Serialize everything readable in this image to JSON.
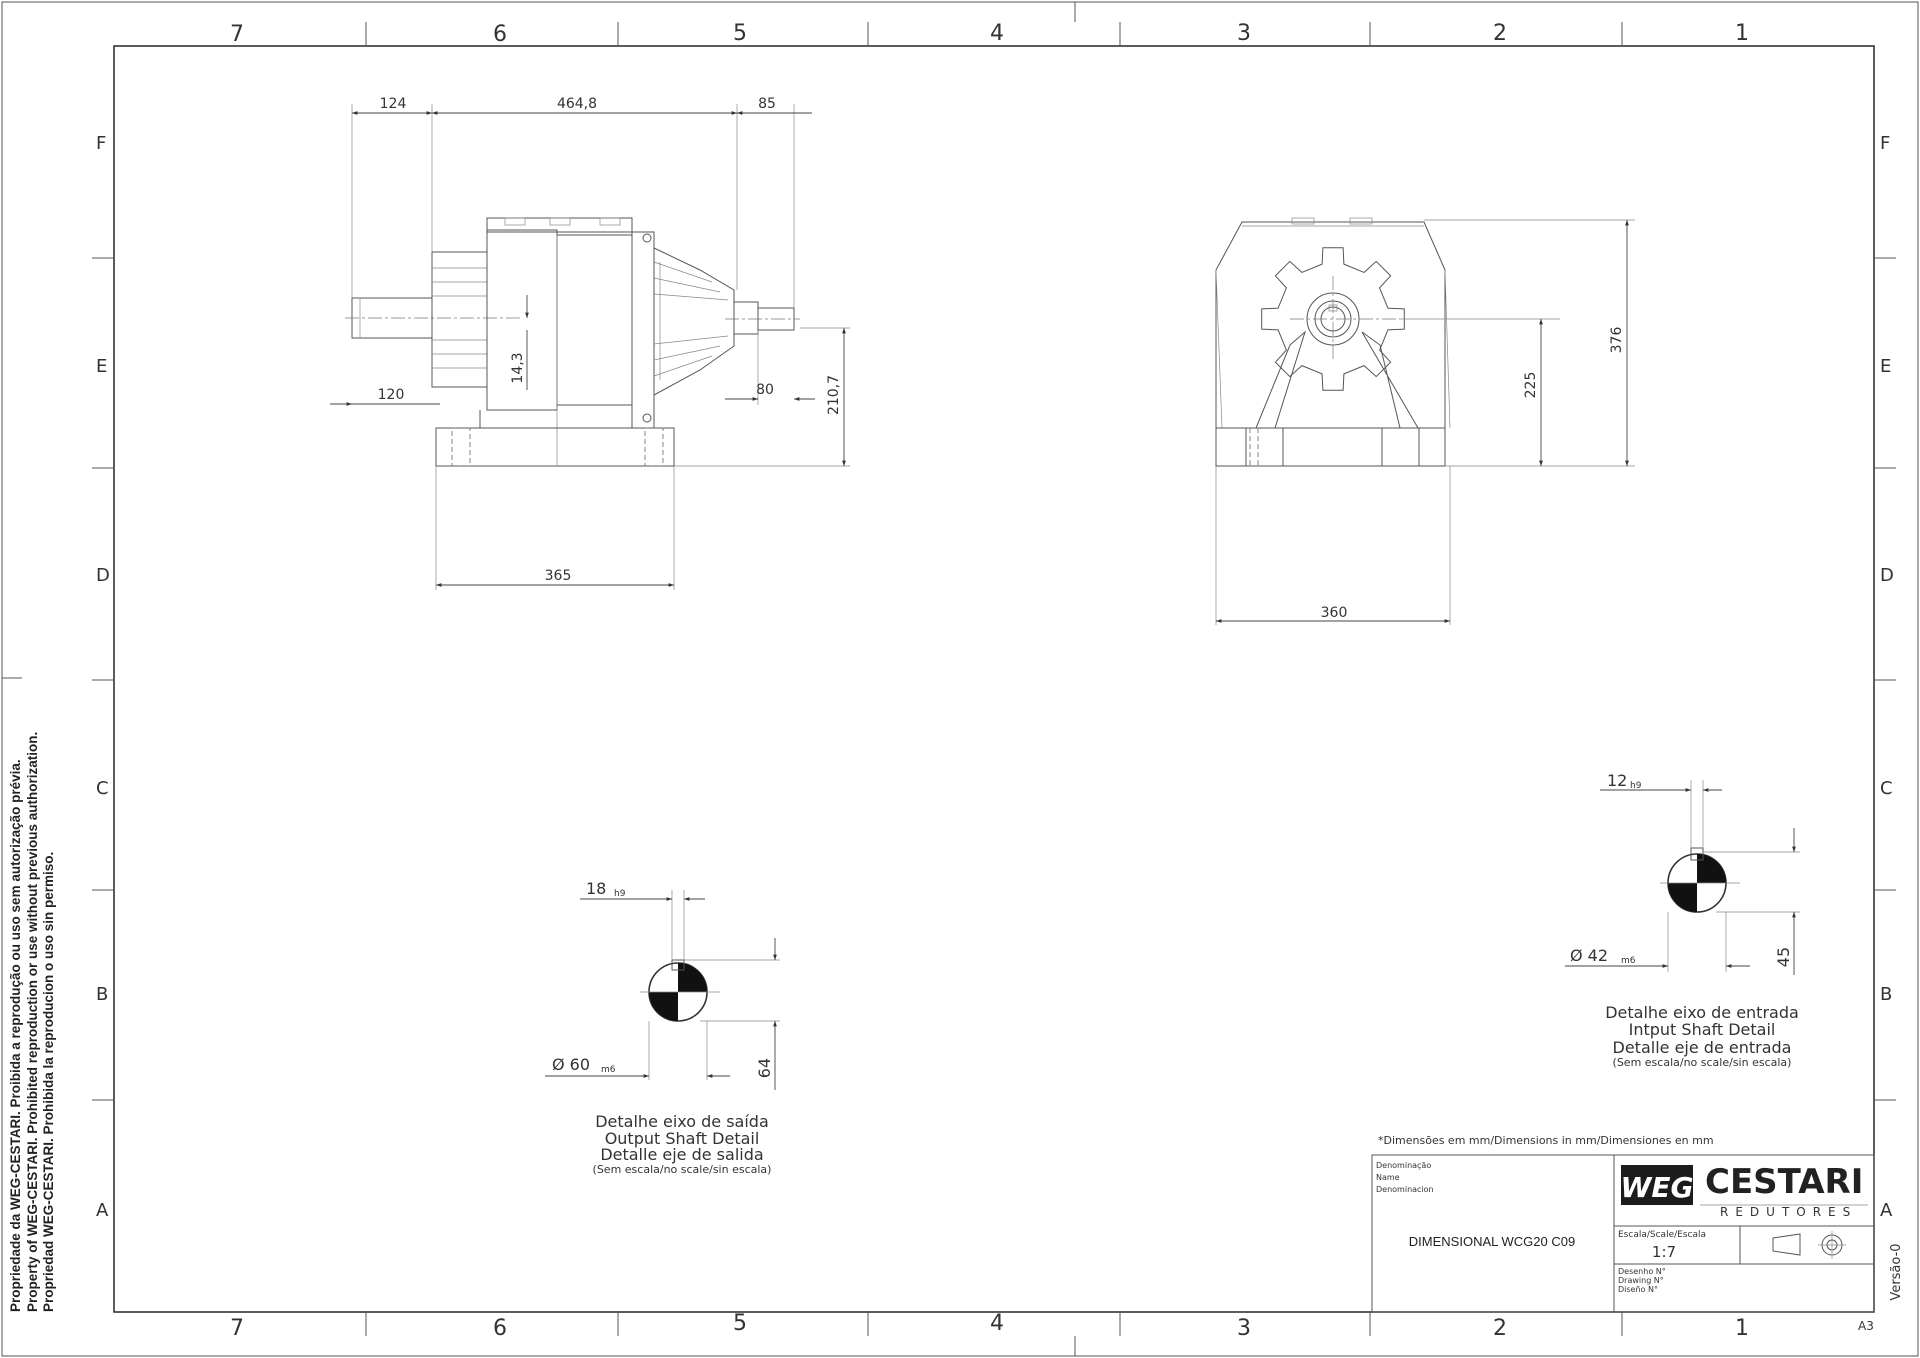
{
  "frame": {
    "columns": [
      "7",
      "6",
      "5",
      "4",
      "3",
      "2",
      "1"
    ],
    "rows": [
      "F",
      "E",
      "D",
      "C",
      "B",
      "A"
    ],
    "sheet_size": "A3"
  },
  "side_note": [
    "Propriedade da WEG-CESTARI. Proibida a reprodução ou uso sem autorização prévia.",
    "Property of WEG-CESTARI. Prohibited reproduction or use without previous authorization.",
    "Propriedad WEG-CESTARI. Prohibida la reproducion o uso sin permiso."
  ],
  "dimensions": {
    "d124": "124",
    "d4648": "464,8",
    "d85": "85",
    "d120": "120",
    "d143": "14,3",
    "d80": "80",
    "d2107": "210,7",
    "d365": "365",
    "d360": "360",
    "d225": "225",
    "d376": "376"
  },
  "output_shaft": {
    "key_width": "18",
    "key_tol": "h9",
    "diameter": "Ø 60",
    "diameter_tol": "m6",
    "height": "64",
    "caption": [
      "Detalhe eixo de saída",
      "Output Shaft Detail",
      "Detalle eje de salida"
    ],
    "scale_note": "(Sem escala/no scale/sin escala)"
  },
  "input_shaft": {
    "key_width": "12",
    "key_tol": "h9",
    "diameter": "Ø 42",
    "diameter_tol": "m6",
    "height": "45",
    "caption": [
      "Detalhe eixo de entrada",
      "Intput Shaft Detail",
      "Detalle eje de entrada"
    ],
    "scale_note": "(Sem escala/no scale/sin escala)"
  },
  "units_note": "*Dimensões em mm/Dimensions in mm/Dimensiones en mm",
  "title_block": {
    "name_labels": [
      "Denominação",
      "Name",
      "Denominacion"
    ],
    "name": "DIMENSIONAL WCG20 C09",
    "scale_label": "Escala/Scale/Escala",
    "scale": "1:7",
    "drawing_labels": [
      "Desenho N°",
      "Drawing N°",
      "Diseño N°"
    ],
    "logo_weg": "WEG",
    "logo_brand": "CESTARI",
    "logo_sub": "REDUTORES",
    "version": "Versão-0"
  },
  "colors": {
    "line": "#333333",
    "background": "#ffffff"
  }
}
